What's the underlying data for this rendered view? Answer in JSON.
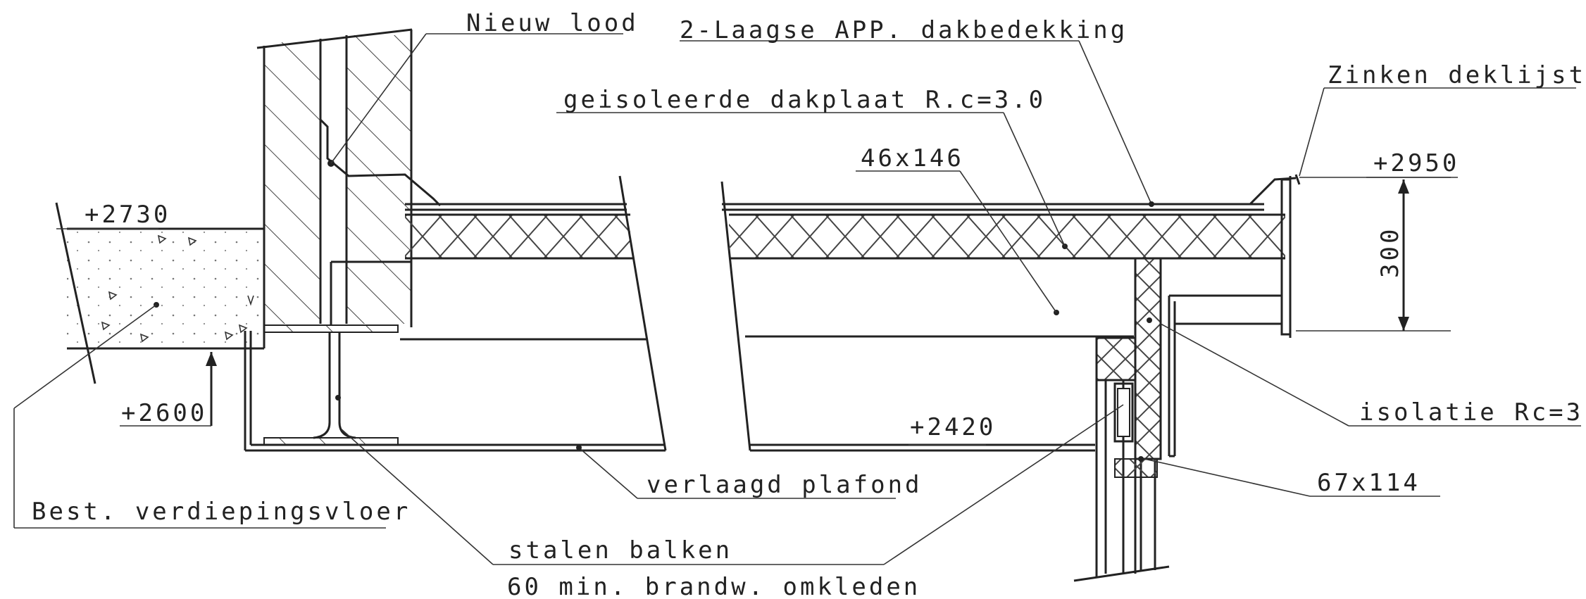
{
  "labels": {
    "nieuw_lood": "Nieuw lood",
    "dakbedekking": "2-Laagse APP. dakbedekking",
    "zinken_deklijst": "Zinken deklijst",
    "dakplaat": "geisoleerde dakplaat R.c=3.0",
    "balk_46x146": "46x146",
    "level_2950": "+2950",
    "level_2730": "+2730",
    "dim_300": "300",
    "level_2600": "+2600",
    "level_2420": "+2420",
    "isolatie": "isolatie Rc=3",
    "balk_67x114": "67x114",
    "plafond": "verlaagd plafond",
    "vloer": "Best. verdiepingsvloer",
    "stalen_balken": "stalen balken",
    "brandwerend": "60 min. brandw. omkleden"
  }
}
